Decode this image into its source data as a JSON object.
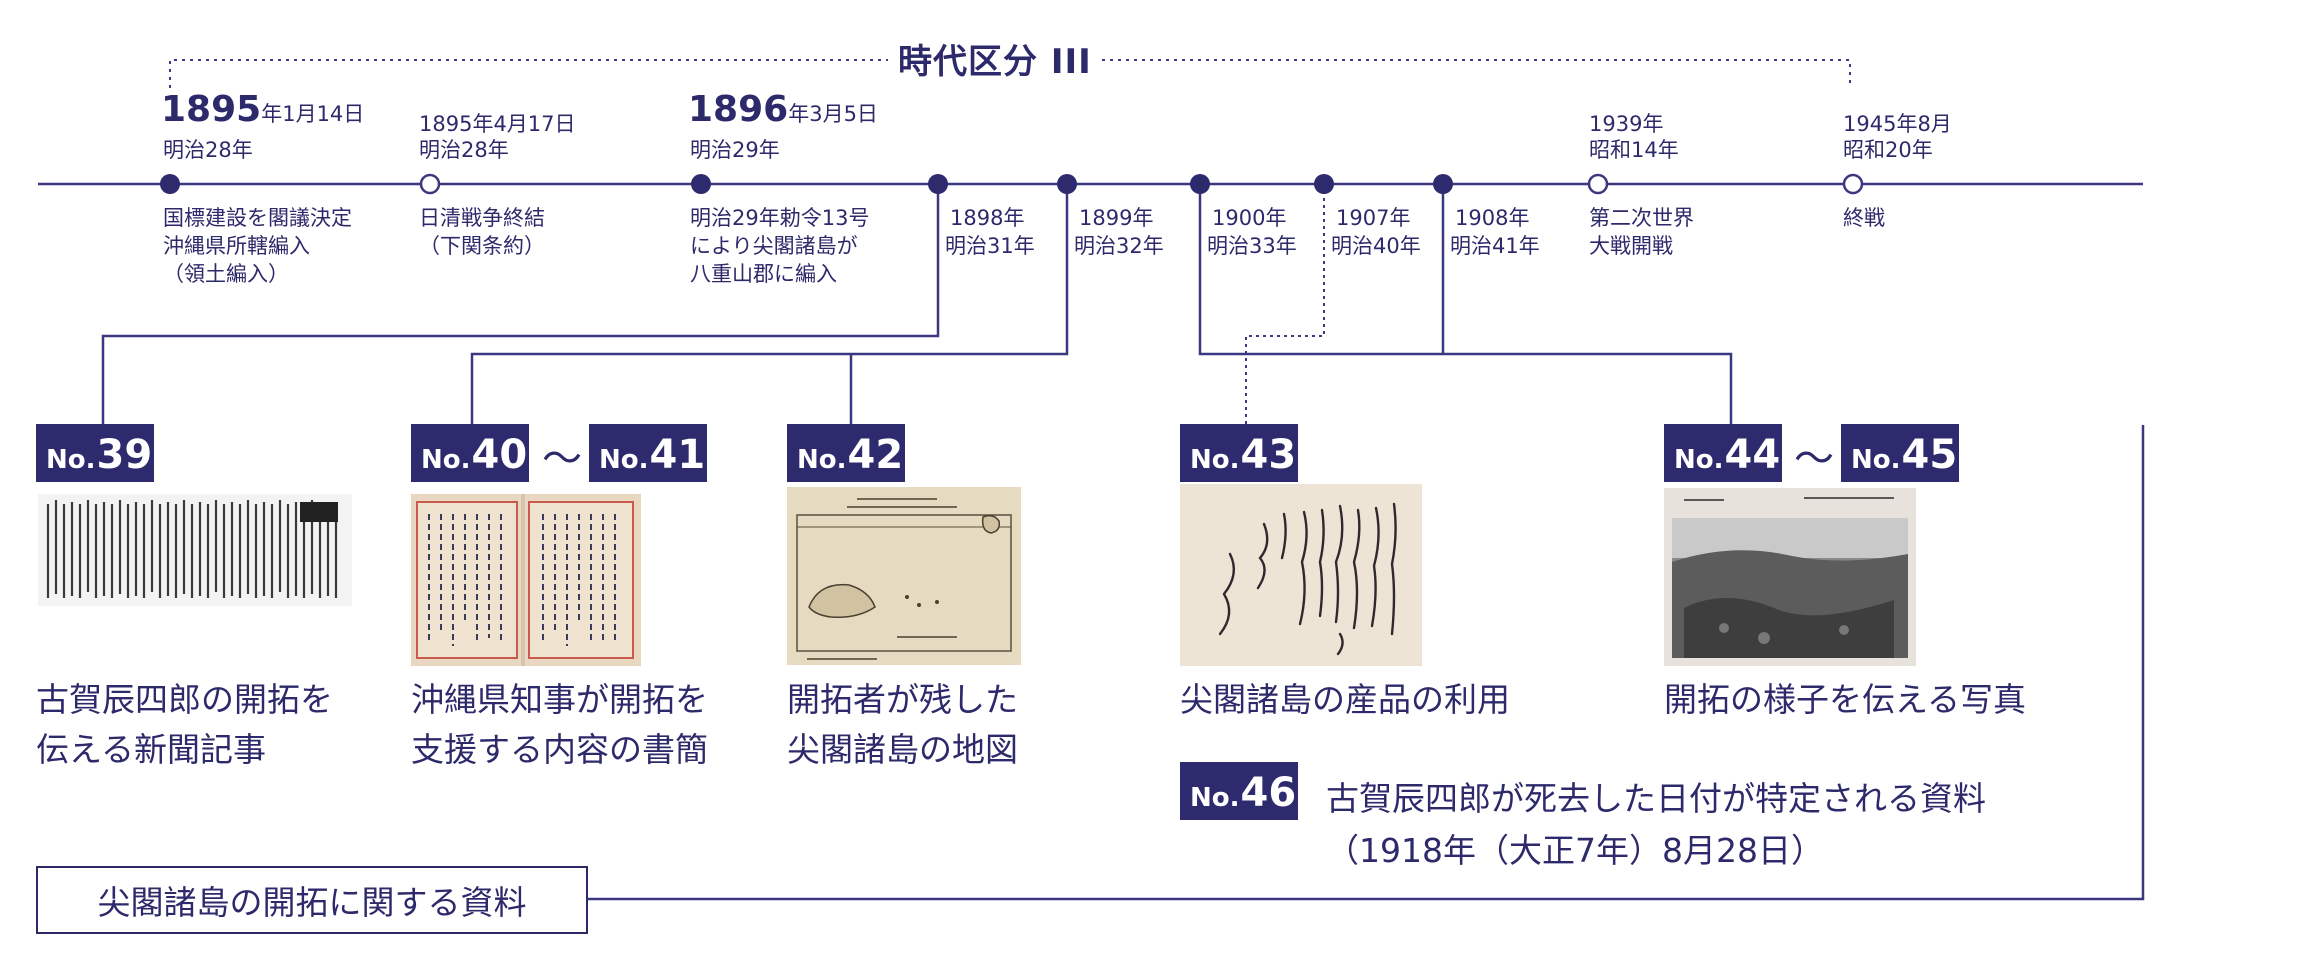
{
  "era_title": "時代区分 III",
  "events": [
    {
      "big": "1895",
      "date": "年1月14日",
      "era": "明治28年",
      "event": [
        "国標建設を閣議決定",
        "沖縄県所轄編入",
        "（領土編入）"
      ]
    },
    {
      "big": "",
      "date": "1895年4月17日",
      "era": "明治28年",
      "event": [
        "日清戦争終結",
        "（下関条約）"
      ]
    },
    {
      "big": "1896",
      "date": "年3月5日",
      "era": "明治29年",
      "event": [
        "明治29年勅令13号",
        "により尖閣諸島が",
        "八重山郡に編入"
      ]
    },
    {
      "date": "1898年",
      "era": "明治31年"
    },
    {
      "date": "1899年",
      "era": "明治32年"
    },
    {
      "date": "1900年",
      "era": "明治33年"
    },
    {
      "date": "1907年",
      "era": "明治40年"
    },
    {
      "date": "1908年",
      "era": "明治41年"
    },
    {
      "date": "1939年",
      "era": "昭和14年",
      "event": [
        "第二次世界",
        "大戦開戦"
      ]
    },
    {
      "date": "1945年8月",
      "era": "昭和20年",
      "event": [
        "終戦"
      ]
    }
  ],
  "items": {
    "no39": {
      "pre": "No.",
      "num": "39",
      "caption": [
        "古賀辰四郎の開拓を",
        "伝える新聞記事"
      ]
    },
    "no40": {
      "pre": "No.",
      "num": "40"
    },
    "no41": {
      "pre": "No.",
      "num": "41",
      "caption": [
        "沖縄県知事が開拓を",
        "支援する内容の書簡"
      ]
    },
    "no42": {
      "pre": "No.",
      "num": "42",
      "caption": [
        "開拓者が残した",
        "尖閣諸島の地図"
      ]
    },
    "no43": {
      "pre": "No.",
      "num": "43",
      "caption": [
        "尖閣諸島の産品の利用"
      ]
    },
    "no44": {
      "pre": "No.",
      "num": "44"
    },
    "no45": {
      "pre": "No.",
      "num": "45",
      "caption": [
        "開拓の様子を伝える写真"
      ]
    },
    "no46": {
      "pre": "No.",
      "num": "46",
      "caption": [
        "古賀辰四郎が死去した日付が特定される資料",
        "（1918年（大正7年）8月28日）"
      ]
    }
  },
  "tilde": "〜",
  "bottom_label": "尖閣諸島の開拓に関する資料",
  "colors": {
    "navy": "#2e2a6e",
    "line": "#3b3780"
  }
}
